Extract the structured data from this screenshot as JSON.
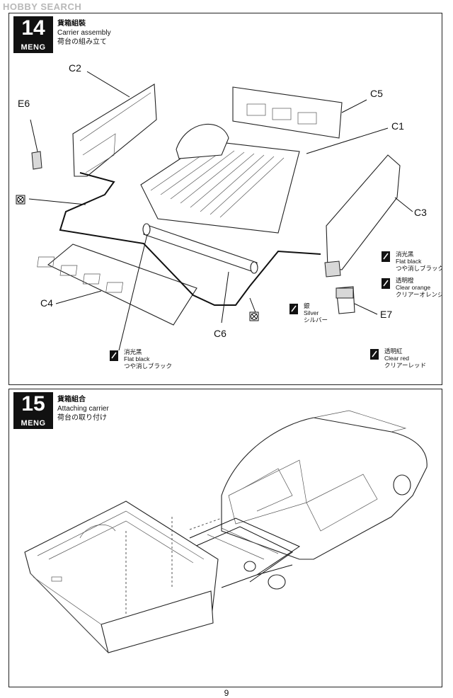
{
  "watermark": "HOBBY SEARCH",
  "page_number": "9",
  "steps": [
    {
      "number": "14",
      "brand": "MENG",
      "title_cn": "貨箱組裝",
      "title_en": "Carrier assembly",
      "title_jp": "荷台の組み立て",
      "part_labels": {
        "c1": "C1",
        "c2": "C2",
        "c3": "C3",
        "c4": "C4",
        "c5": "C5",
        "c6": "C6",
        "e6": "E6",
        "e7": "E7"
      },
      "paints": [
        {
          "cn": "消光黑",
          "en": "Flat black",
          "jp": "つや消しブラック"
        },
        {
          "cn": "透明橙",
          "en": "Clear orange",
          "jp": "クリアーオレンジ"
        },
        {
          "cn": "銀",
          "en": "Silver",
          "jp": "シルバー"
        },
        {
          "cn": "透明紅",
          "en": "Clear red",
          "jp": "クリアーレッド"
        },
        {
          "cn": "消光黑",
          "en": "Flat black",
          "jp": "つや消しブラック"
        }
      ]
    },
    {
      "number": "15",
      "brand": "MENG",
      "title_cn": "貨箱組合",
      "title_en": "Attaching carrier",
      "title_jp": "荷台の取り付け"
    }
  ]
}
